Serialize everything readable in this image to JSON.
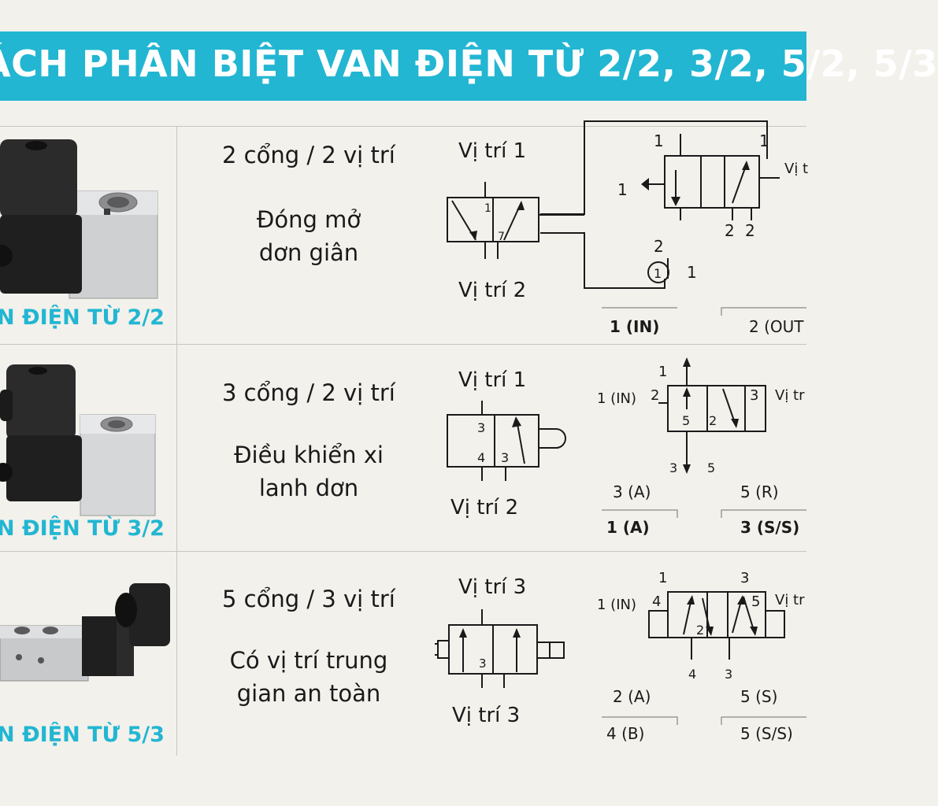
{
  "title": "ÁCH PHÂN BIỆT VAN ĐIỆN TỪ 2/2, 3/2, 5/2, 5/3",
  "colors": {
    "accent": "#22b6d2",
    "background": "#f3f1ec",
    "line": "#c9c6bf"
  },
  "rows": [
    {
      "product_label": "N ĐIỆN TỪ 2/2",
      "ports": "2 cổng / 2 vị trí",
      "purpose": "Đóng mở\ndơn giân",
      "pos_top": "Vị trí 1",
      "pos_bottom": "Vị trí 2",
      "symbol_left_labels": [
        "1",
        "7"
      ],
      "symbol_right_labels": [
        "1",
        "1",
        "1",
        "Vị t",
        "2",
        "2",
        "2",
        "1",
        "1"
      ],
      "sub_left": "1 (IN)",
      "sub_right": "2 (OUT"
    },
    {
      "product_label": "N ĐIỆN TỪ 3/2",
      "ports": "3 cổng / 2 vị trí",
      "purpose": "Điều khiển xi\nlanh dơn",
      "pos_top": "Vị trí 1",
      "pos_bottom": "Vị trí 2",
      "symbol_left_labels": [
        "3",
        "4",
        "3"
      ],
      "symbol_right_labels": [
        "1",
        "1 (IN)",
        "2",
        "3",
        "Vị tr",
        "5",
        "2",
        "3",
        "5",
        "3  (A)",
        "5  (R)"
      ],
      "sub_left": "1 (A)",
      "sub_right": "3 (S/S)"
    },
    {
      "product_label": "N ĐIỆN TỪ 5/3",
      "ports": "5 cổng / 3 vị trí",
      "purpose": "Có vị trí trung\ngian an toàn",
      "pos_top": "Vị trí 3",
      "pos_bottom": "Vị trí 3",
      "symbol_left_labels": [
        "3"
      ],
      "symbol_right_labels": [
        "1",
        "3",
        "1 (IN)",
        "4",
        "5",
        "Vị tr",
        "2",
        "4",
        "3",
        "2  (A)",
        "5  (S)"
      ],
      "sub_left": "4 (B)",
      "sub_right": "5 (S/S)"
    }
  ]
}
